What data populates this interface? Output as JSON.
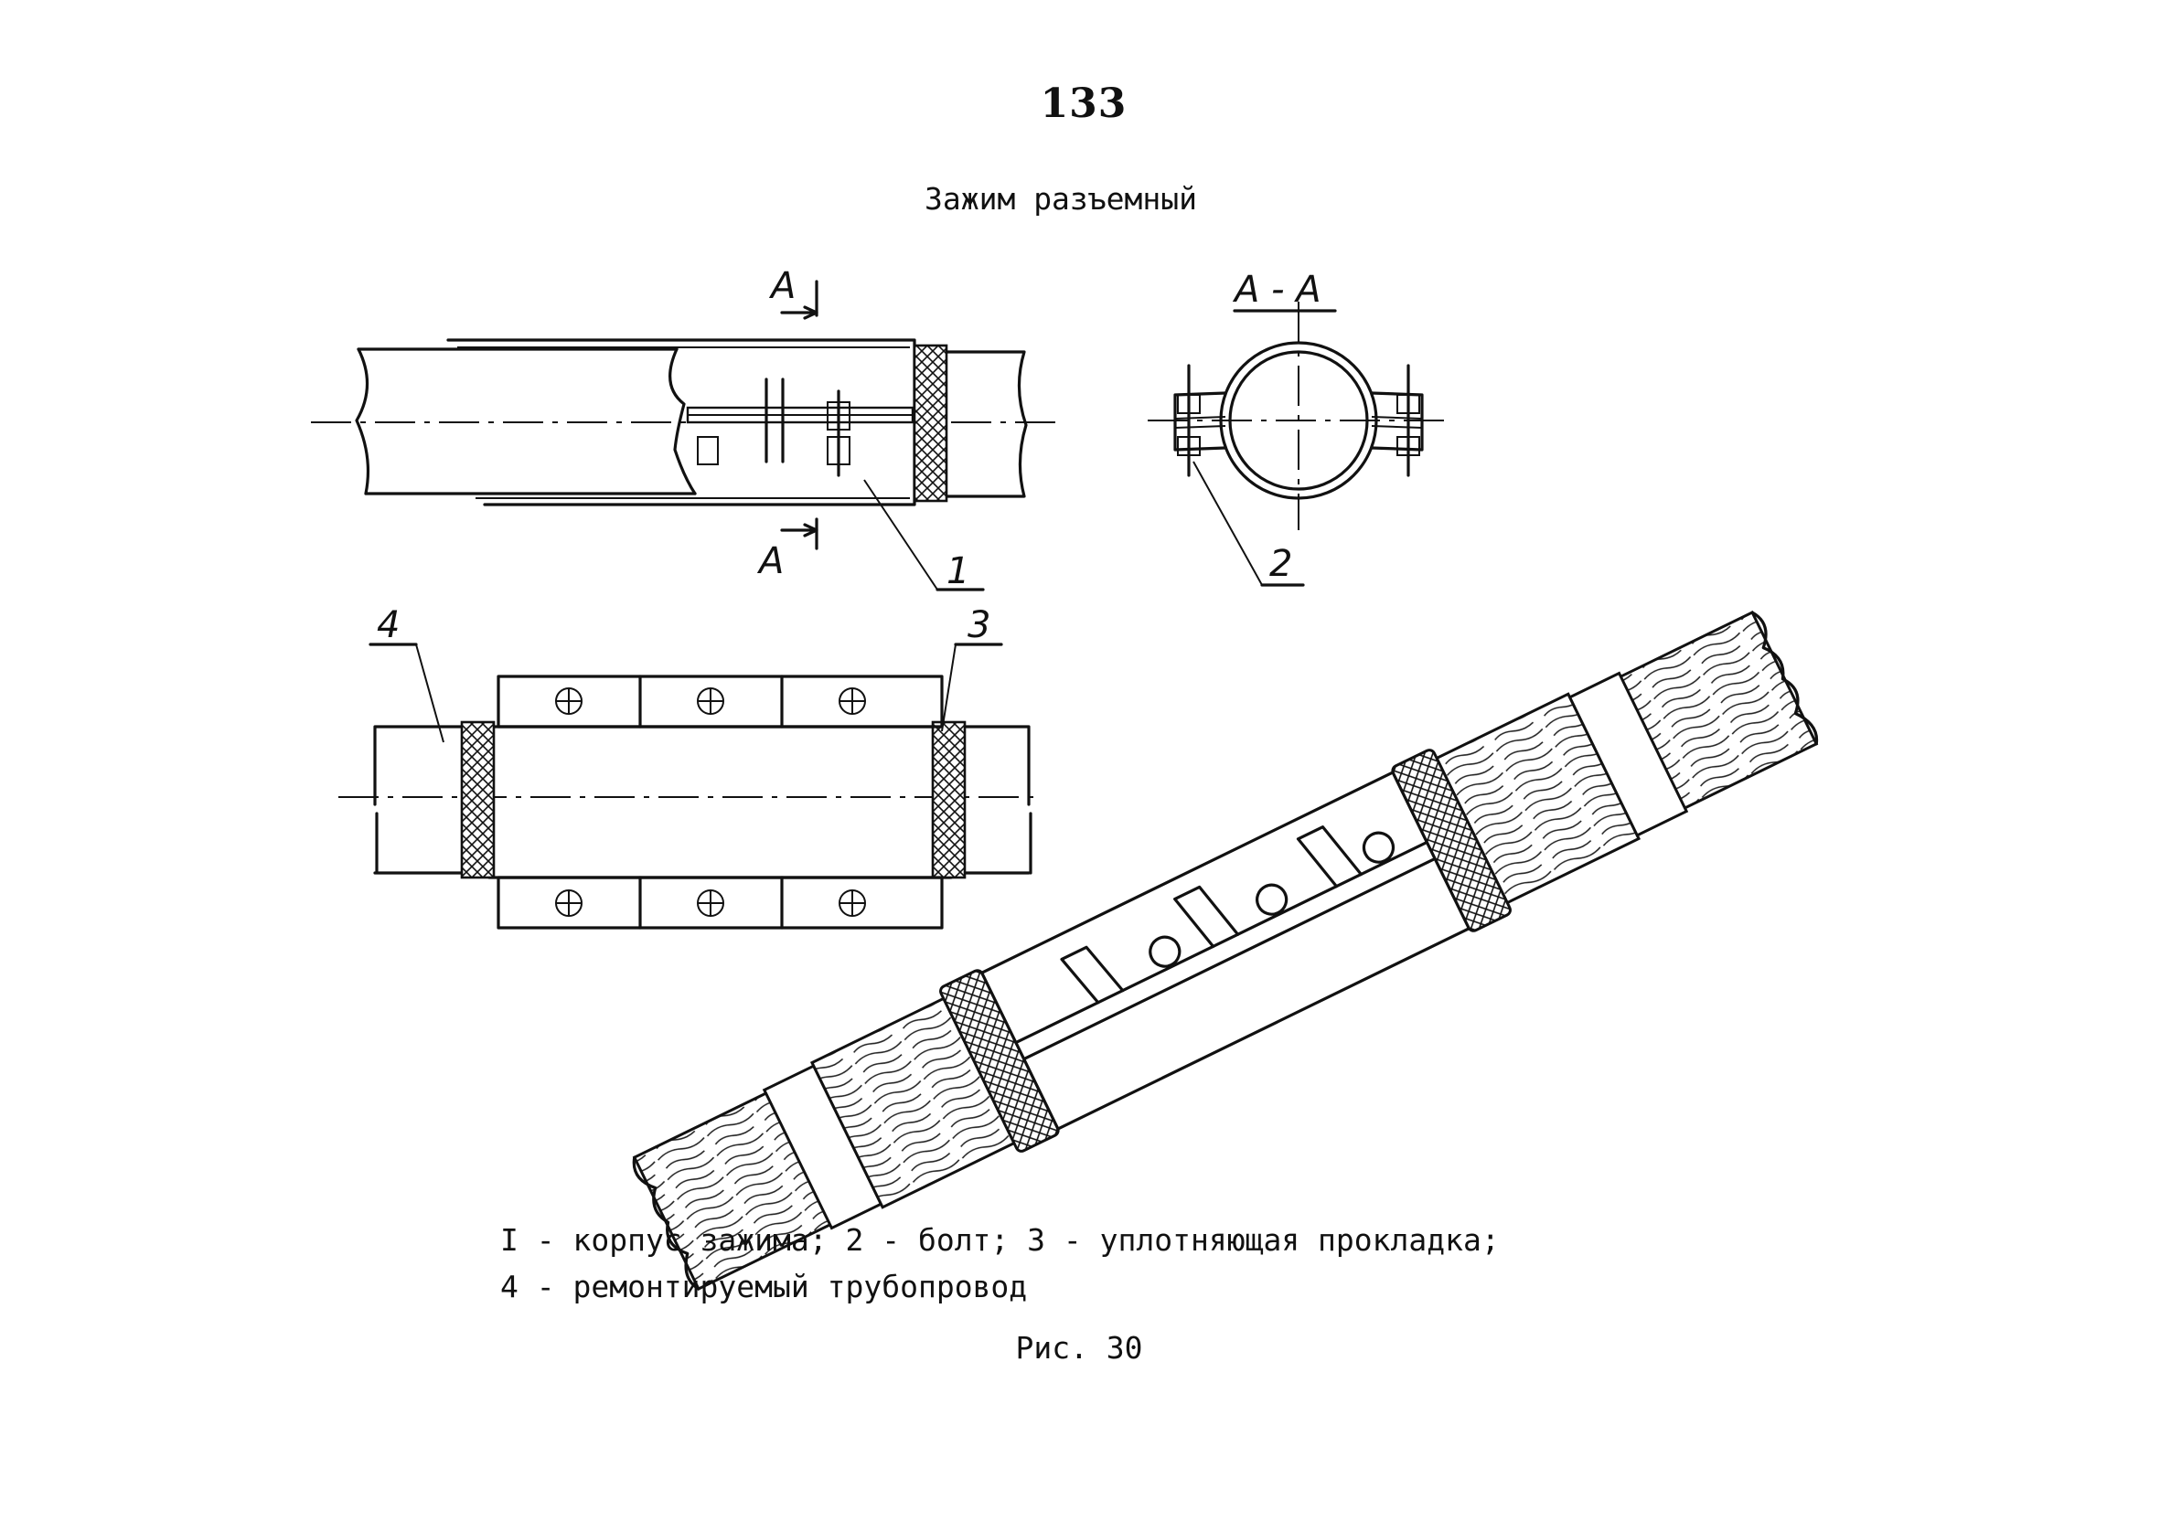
{
  "page": {
    "number": "133",
    "title": "Зажим разъемный"
  },
  "figure": {
    "section_mark": "А",
    "section_title": "А - А",
    "callouts": [
      "1",
      "2",
      "3",
      "4"
    ]
  },
  "caption": {
    "line1": "I - корпус зажима; 2 - болт; 3 - уплотняющая прокладка;",
    "line2": "4 - ремонтируемый трубопровод",
    "figure_label": "Рис. 30"
  }
}
